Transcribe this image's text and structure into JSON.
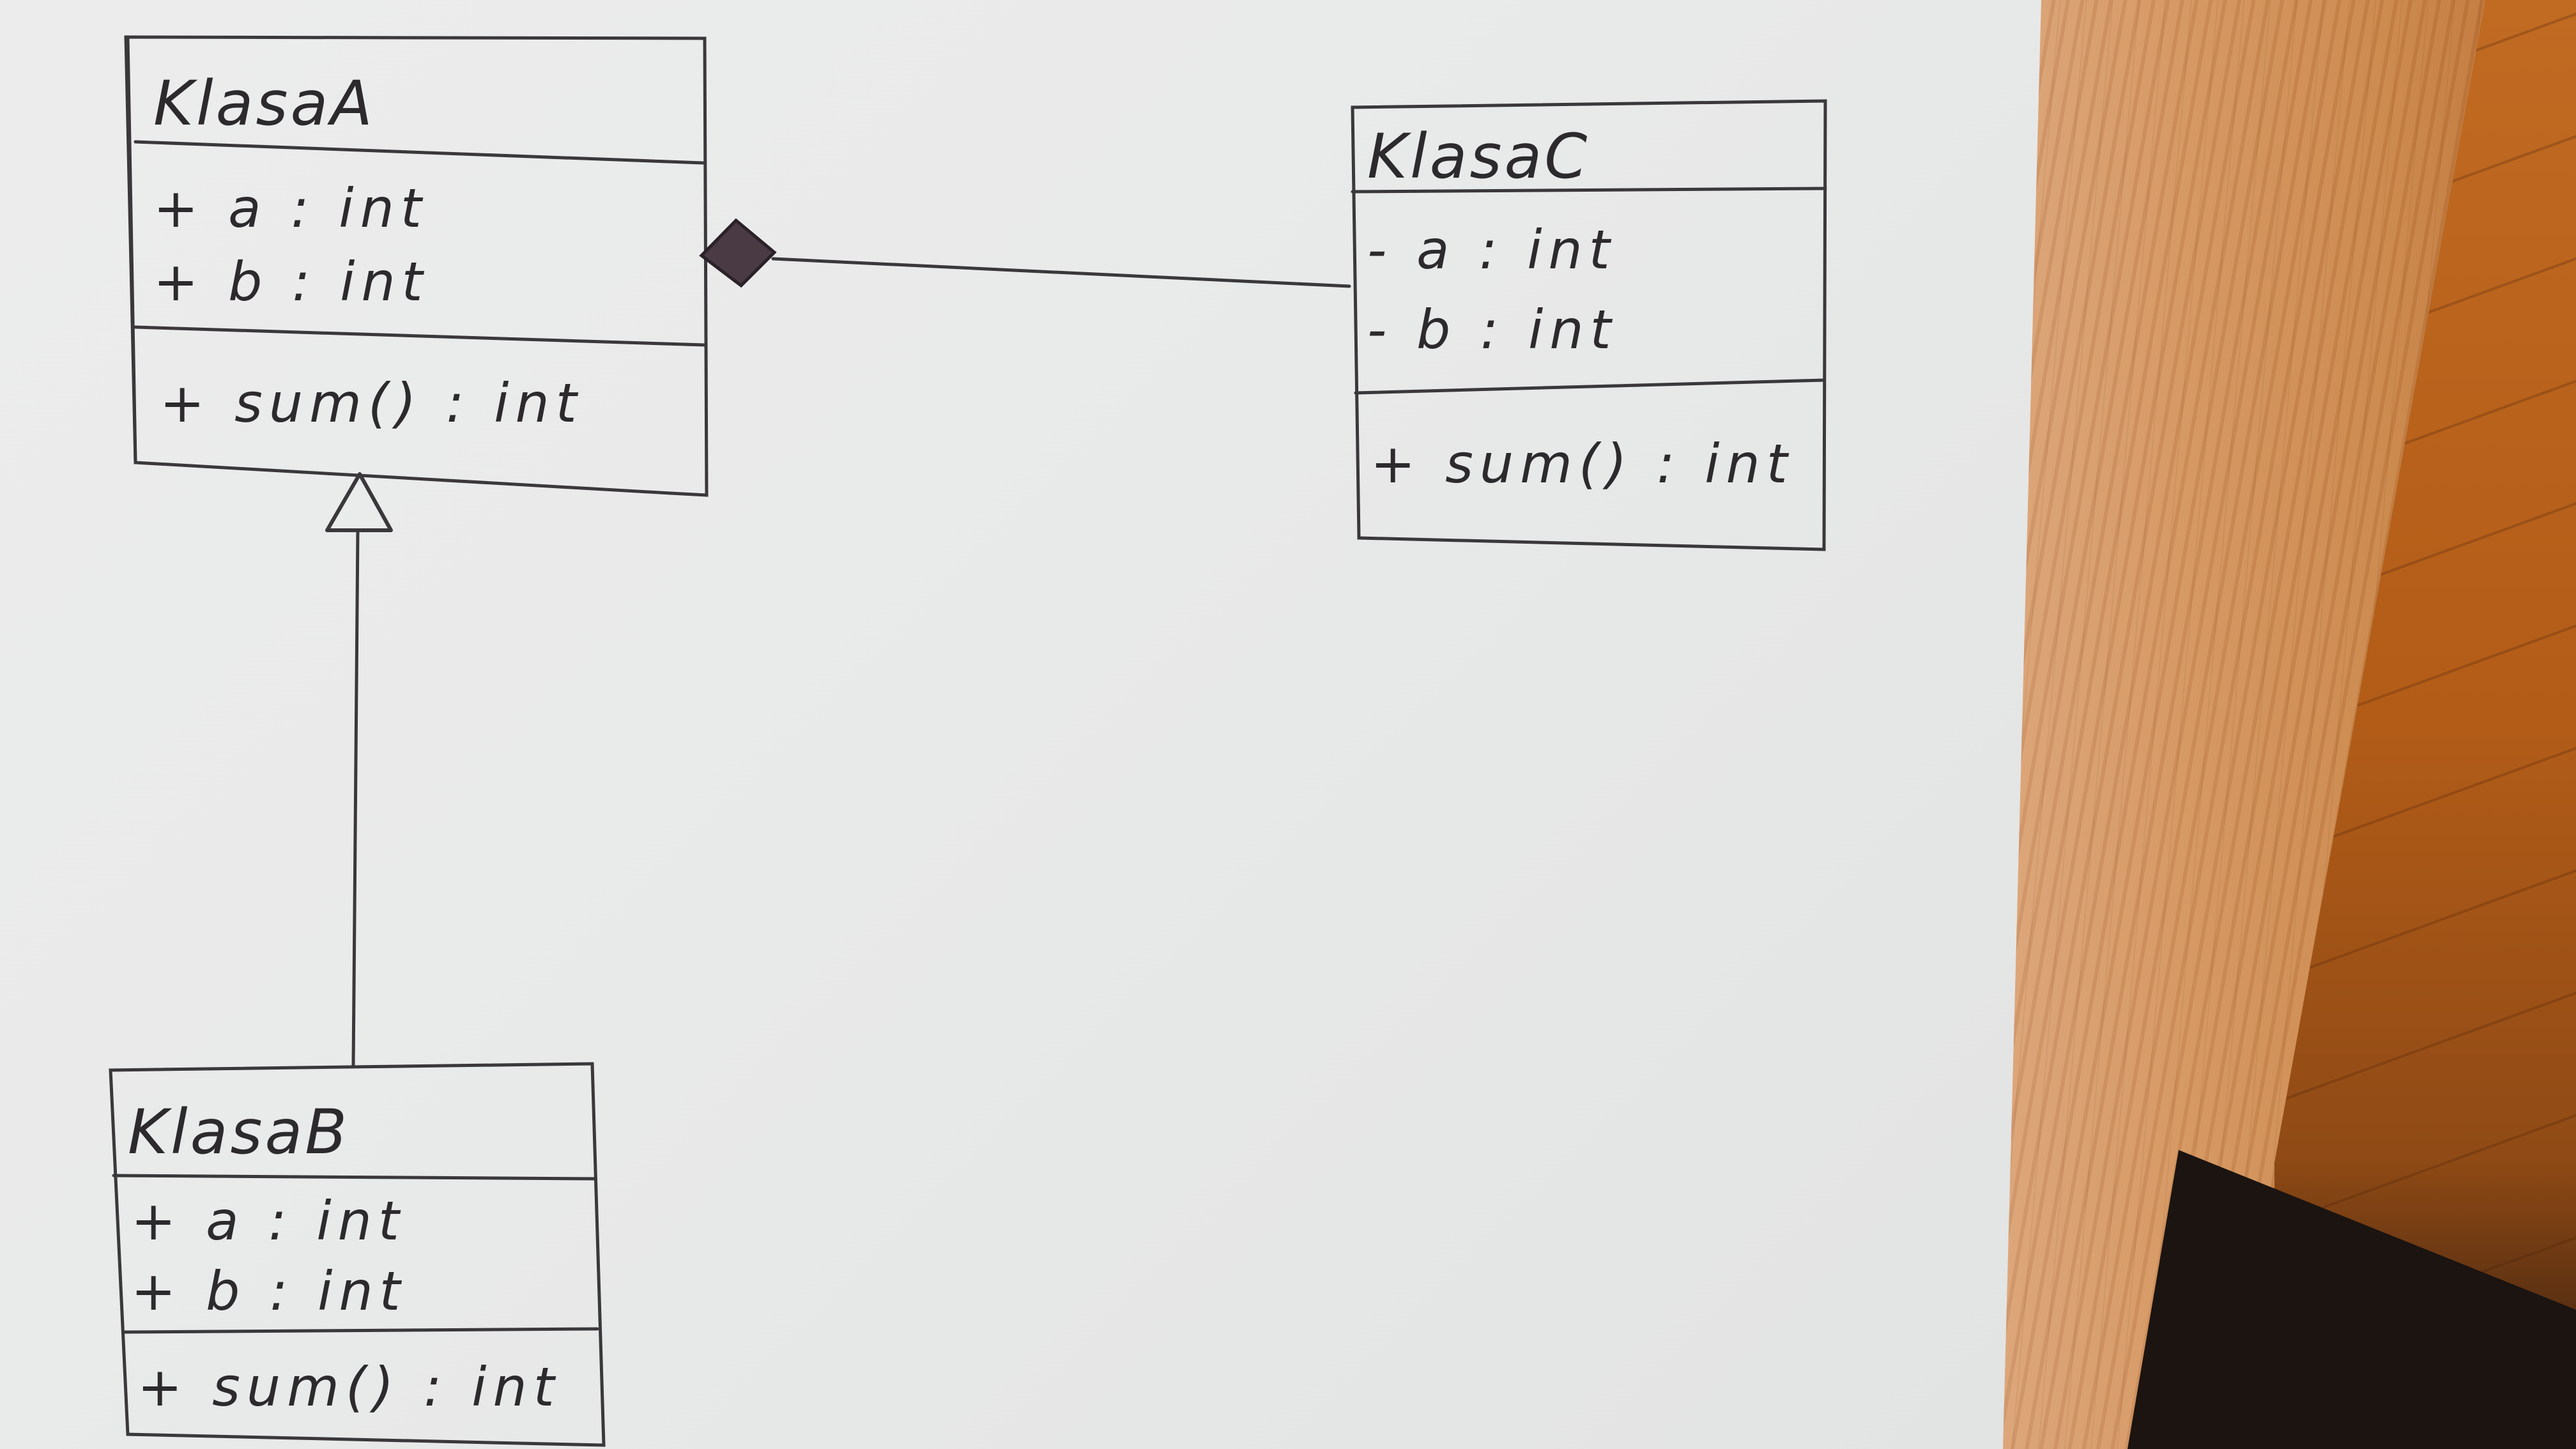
{
  "classes": [
    {
      "name": "KlasaA",
      "attributes": [
        "+ a : int",
        "+ b : int"
      ],
      "methods": [
        "+ sum() : int"
      ]
    },
    {
      "name": "KlasaB",
      "attributes": [
        "+ a : int",
        "+ b : int"
      ],
      "methods": [
        "+ sum() : int"
      ]
    },
    {
      "name": "KlasaC",
      "attributes": [
        "- a : int",
        "- b : int"
      ],
      "methods": [
        "+ sum() : int"
      ]
    }
  ],
  "relations": [
    {
      "type": "composition",
      "whole": "KlasaA",
      "part": "KlasaC"
    },
    {
      "type": "generalization",
      "parent": "KlasaA",
      "child": "KlasaB"
    }
  ],
  "colors": {
    "ink": "#2c2a2c",
    "paper": "#e9eaea",
    "wood": "#d4955f",
    "diamond": "#4a3a44"
  }
}
